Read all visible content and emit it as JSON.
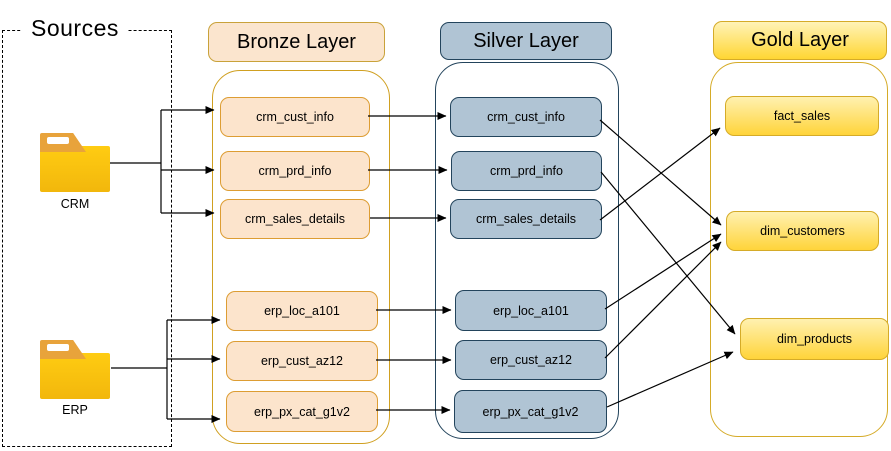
{
  "sources": {
    "title": "Sources",
    "items": [
      {
        "label": "CRM"
      },
      {
        "label": "ERP"
      }
    ]
  },
  "bronze": {
    "title": "Bronze Layer",
    "tables": [
      "crm_cust_info",
      "crm_prd_info",
      "crm_sales_details",
      "erp_loc_a101",
      "erp_cust_az12",
      "erp_px_cat_g1v2"
    ]
  },
  "silver": {
    "title": "Silver Layer",
    "tables": [
      "crm_cust_info",
      "crm_prd_info",
      "crm_sales_details",
      "erp_loc_a101",
      "erp_cust_az12",
      "erp_px_cat_g1v2"
    ]
  },
  "gold": {
    "title": "Gold Layer",
    "tables": [
      "fact_sales",
      "dim_customers",
      "dim_products"
    ]
  },
  "edges": {
    "source_to_bronze": [
      {
        "from": "CRM",
        "to": "crm_cust_info"
      },
      {
        "from": "CRM",
        "to": "crm_prd_info"
      },
      {
        "from": "CRM",
        "to": "crm_sales_details"
      },
      {
        "from": "ERP",
        "to": "erp_loc_a101"
      },
      {
        "from": "ERP",
        "to": "erp_cust_az12"
      },
      {
        "from": "ERP",
        "to": "erp_px_cat_g1v2"
      }
    ],
    "bronze_to_silver": [
      {
        "from": "crm_cust_info",
        "to": "crm_cust_info"
      },
      {
        "from": "crm_prd_info",
        "to": "crm_prd_info"
      },
      {
        "from": "crm_sales_details",
        "to": "crm_sales_details"
      },
      {
        "from": "erp_loc_a101",
        "to": "erp_loc_a101"
      },
      {
        "from": "erp_cust_az12",
        "to": "erp_cust_az12"
      },
      {
        "from": "erp_px_cat_g1v2",
        "to": "erp_px_cat_g1v2"
      }
    ],
    "silver_to_gold": [
      {
        "from": "crm_cust_info",
        "to": "dim_customers"
      },
      {
        "from": "crm_prd_info",
        "to": "dim_products"
      },
      {
        "from": "crm_sales_details",
        "to": "fact_sales"
      },
      {
        "from": "erp_loc_a101",
        "to": "dim_customers"
      },
      {
        "from": "erp_cust_az12",
        "to": "dim_customers"
      },
      {
        "from": "erp_px_cat_g1v2",
        "to": "dim_products"
      }
    ]
  },
  "colors": {
    "bronze_fill": "#FCE4CC",
    "bronze_border": "#D79B00",
    "silver_fill": "#B0C4D4",
    "silver_border": "#23445C",
    "gold_fill_top": "#FFF1B0",
    "gold_fill_bottom": "#FFD43A",
    "gold_border": "#D5AB28",
    "folder_body": "#F7C600",
    "folder_tab": "#E8A33B",
    "arrow": "#000000"
  }
}
